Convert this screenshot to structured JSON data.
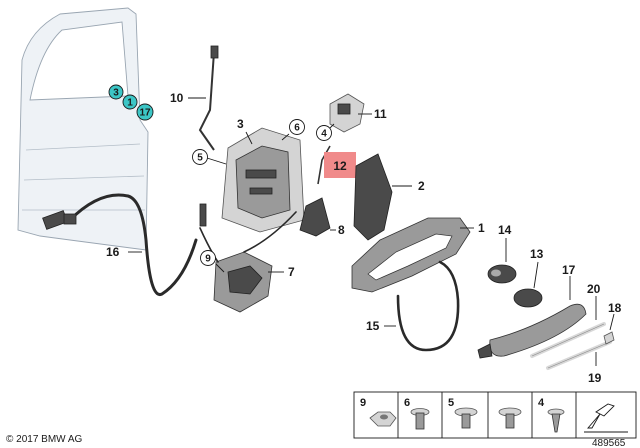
{
  "callouts": {
    "c1": "1",
    "c2": "2",
    "c3": "3",
    "c4": "4",
    "c5": "5",
    "c6": "6",
    "c7": "7",
    "c8": "8",
    "c9": "9",
    "c10": "10",
    "c11": "11",
    "c12": "12",
    "c13": "13",
    "c14": "14",
    "c15": "15",
    "c16": "16",
    "c17": "17",
    "c18": "18",
    "c19": "19",
    "c20": "20"
  },
  "door_markers": {
    "m3": "3",
    "m1": "1",
    "m17": "17"
  },
  "fastener_table": {
    "h9": "9",
    "h6": "6",
    "h5": "5",
    "h4": "4"
  },
  "footer": {
    "copyright": "© 2017 BMW AG",
    "diagram_id": "489565"
  },
  "colors": {
    "highlight": "#f08a8a",
    "marker": "#3cc6c6",
    "text": "#1a1a1a"
  }
}
